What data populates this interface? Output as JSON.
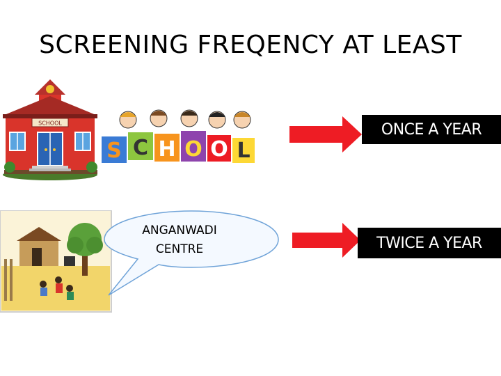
{
  "slide": {
    "title": "SCREENING FREQENCY AT LEAST",
    "rows": [
      {
        "label": "ONCE A YEAR"
      },
      {
        "label": "TWICE A YEAR"
      }
    ],
    "school_sign": "SCHOOL",
    "school_word_letters": [
      "S",
      "C",
      "H",
      "O",
      "O",
      "L"
    ],
    "callout": {
      "line1": "ANGANWADI",
      "line2": "CENTRE"
    }
  },
  "colors": {
    "arrow": "#ee1c24",
    "box_bg": "#000000",
    "box_text": "#ffffff"
  }
}
